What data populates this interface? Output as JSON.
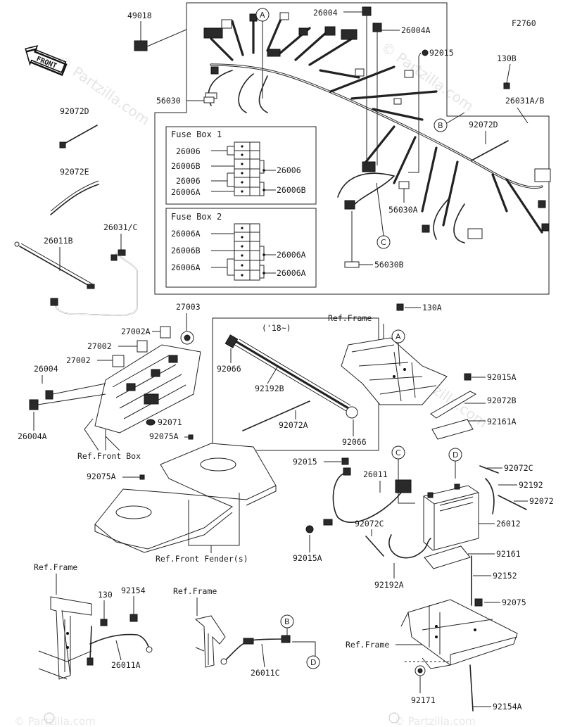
{
  "figure_id": "F2760",
  "front_label": "FRONT",
  "watermark": "© Partzilla.com",
  "fuse_box_1": {
    "title": "Fuse Box 1",
    "left_labels": [
      "26006",
      "26006B",
      "26006",
      "26006A"
    ],
    "right_labels": [
      "26006",
      "26006B"
    ]
  },
  "fuse_box_2": {
    "title": "Fuse Box 2",
    "left_labels": [
      "26006A",
      "26006B",
      "26006A"
    ],
    "right_labels": [
      "26006A",
      "26006A"
    ]
  },
  "year_note": "('18~)",
  "ref_labels": {
    "front_box": "Ref.Front Box",
    "front_fender": "Ref.Front Fender(s)",
    "frame_mid": "Ref.Frame",
    "frame_bl1": "Ref.Frame",
    "frame_bl2": "Ref.Frame",
    "frame_br": "Ref.Frame"
  },
  "callouts": {
    "A1": "A",
    "A2": "A",
    "B1": "B",
    "B2": "B",
    "C1": "C",
    "C2": "C",
    "D1": "D",
    "D2": "D"
  },
  "part_labels": {
    "p49018": "49018",
    "p26004_top": "26004",
    "p26004A_top": "26004A",
    "p92015_top": "92015",
    "p130B": "130B",
    "p56030": "56030",
    "p26031AB": "26031A/B",
    "p92072D_top": "92072D",
    "p92072D_left": "92072D",
    "p56030A": "56030A",
    "p56030B": "56030B",
    "p92072E": "92072E",
    "p26031C": "26031/C",
    "p26011B": "26011B",
    "p27003": "27003",
    "p27002A": "27002A",
    "p27002_1": "27002",
    "p27002_2": "27002",
    "p26004_left": "26004",
    "p26004A_left": "26004A",
    "p92071": "92071",
    "p92075A_1": "92075A",
    "p92075A_2": "92075A",
    "p92066_1": "92066",
    "p92192B": "92192B",
    "p92072A": "92072A",
    "p92066_2": "92066",
    "p130A": "130A",
    "p92015A_r": "92015A",
    "p92072B": "92072B",
    "p92161A": "92161A",
    "p92015_mid": "92015",
    "p26011": "26011",
    "p92072C_r": "92072C",
    "p92192": "92192",
    "p92072": "92072",
    "p26012": "26012",
    "p92015A_mid": "92015A",
    "p92072C_mid": "92072C",
    "p92161": "92161",
    "p92192A": "92192A",
    "p92152": "92152",
    "p92075": "92075",
    "p92171": "92171",
    "p92154A": "92154A",
    "p130": "130",
    "p92154": "92154",
    "p26011A": "26011A",
    "p26011C": "26011C"
  }
}
